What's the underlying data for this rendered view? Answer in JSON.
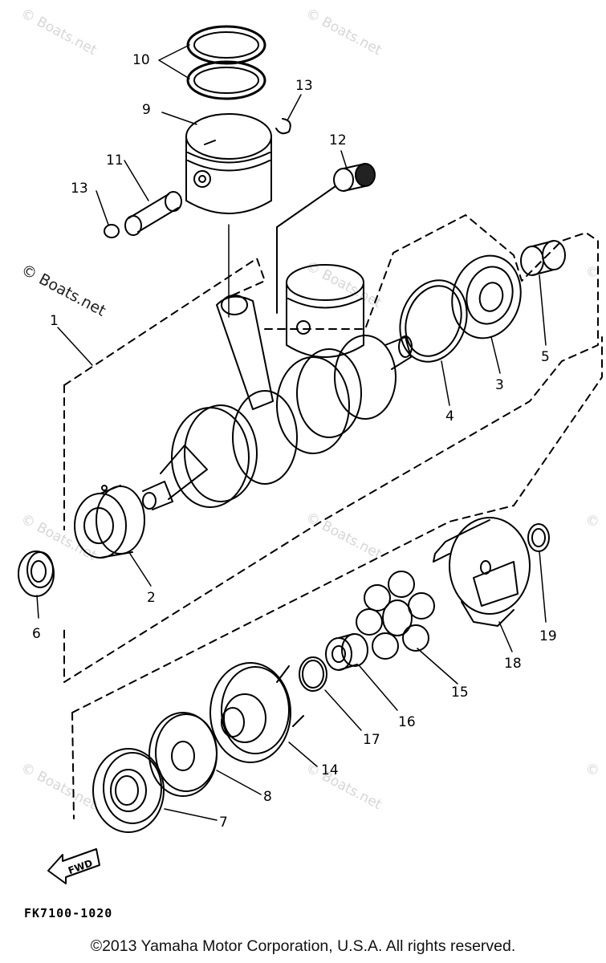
{
  "watermark": "© Boats.net",
  "drawing_code": "FK7100-1020",
  "fwd_label": "FWD",
  "copyright": "©2013 Yamaha Motor Corporation, U.S.A. All rights reserved.",
  "callouts": {
    "c1": "1",
    "c2": "2",
    "c3": "3",
    "c4": "4",
    "c5": "5",
    "c6": "6",
    "c7": "7",
    "c8": "8",
    "c9": "9",
    "c10": "10",
    "c11": "11",
    "c12": "12",
    "c13a": "13",
    "c13b": "13",
    "c14": "14",
    "c15": "15",
    "c16": "16",
    "c17": "17",
    "c18": "18",
    "c19": "19"
  }
}
